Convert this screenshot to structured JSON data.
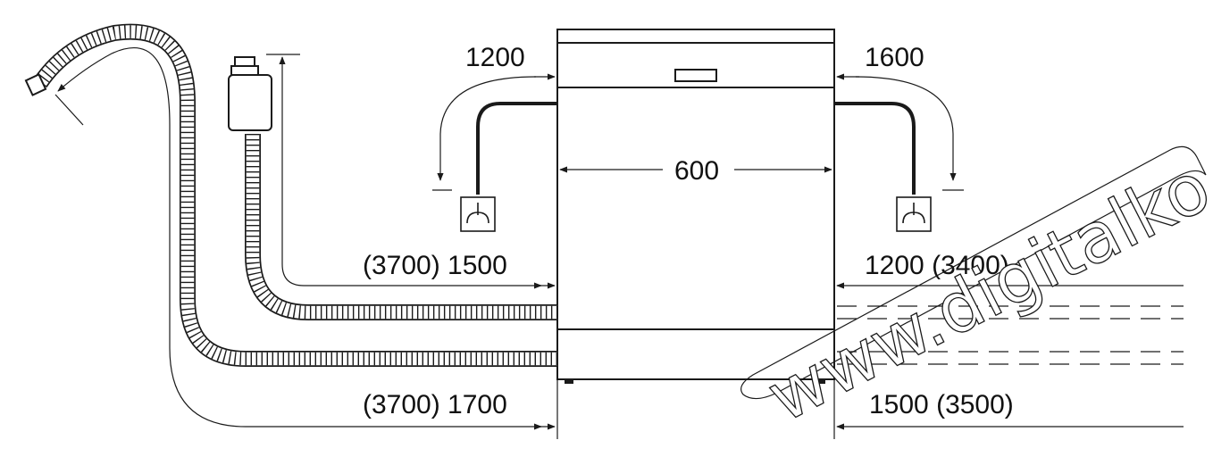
{
  "diagram": {
    "dimensions": {
      "width": "600",
      "left_top": "1200",
      "right_top": "1600",
      "left_mid": "(3700) 1500",
      "right_mid": "1200 (3400)",
      "left_bottom": "(3700) 1700",
      "right_bottom": "1500 (3500)"
    },
    "watermark": "www.digitalko.hu"
  },
  "colors": {
    "line": "#1a1a1a",
    "background": "#ffffff"
  }
}
